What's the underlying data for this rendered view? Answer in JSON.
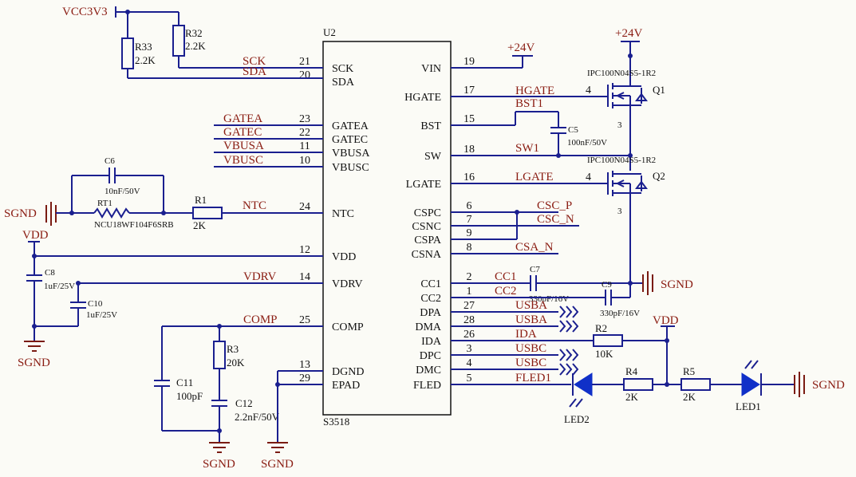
{
  "chip": {
    "ref": "U2",
    "part": "S3518",
    "left_pins": [
      {
        "name": "SCK",
        "num": "21"
      },
      {
        "name": "SDA",
        "num": "20"
      },
      {
        "name": "GATEA",
        "num": "23"
      },
      {
        "name": "GATEC",
        "num": "22"
      },
      {
        "name": "VBUSA",
        "num": "11"
      },
      {
        "name": "VBUSC",
        "num": "10"
      },
      {
        "name": "NTC",
        "num": "24"
      },
      {
        "name": "VDD",
        "num": "12"
      },
      {
        "name": "VDRV",
        "num": "14"
      },
      {
        "name": "COMP",
        "num": "25"
      },
      {
        "name": "DGND",
        "num": "13"
      },
      {
        "name": "EPAD",
        "num": "29"
      }
    ],
    "right_pins": [
      {
        "name": "VIN",
        "num": "19"
      },
      {
        "name": "HGATE",
        "num": "17"
      },
      {
        "name": "BST",
        "num": "15"
      },
      {
        "name": "SW",
        "num": "18"
      },
      {
        "name": "LGATE",
        "num": "16"
      },
      {
        "name": "CSPC",
        "num": "6"
      },
      {
        "name": "CSNC",
        "num": "7"
      },
      {
        "name": "CSPA",
        "num": "9"
      },
      {
        "name": "CSNA",
        "num": "8"
      },
      {
        "name": "CC1",
        "num": "2"
      },
      {
        "name": "CC2",
        "num": "1"
      },
      {
        "name": "DPA",
        "num": "27"
      },
      {
        "name": "DMA",
        "num": "28"
      },
      {
        "name": "IDA",
        "num": "26"
      },
      {
        "name": "DPC",
        "num": "3"
      },
      {
        "name": "DMC",
        "num": "4"
      },
      {
        "name": "FLED",
        "num": "5"
      }
    ]
  },
  "nets": {
    "vcc3v3": "VCC3V3",
    "sck": "SCK",
    "sda": "SDA",
    "gatea": "GATEA",
    "gatec": "GATEC",
    "vbusa": "VBUSA",
    "vbusc": "VBUSC",
    "ntc": "NTC",
    "vdrv": "VDRV",
    "comp": "COMP",
    "hgate": "HGATE",
    "bst1": "BST1",
    "sw1": "SW1",
    "lgate": "LGATE",
    "csc_p": "CSC_P",
    "csc_n": "CSC_N",
    "csa_n": "CSA_N",
    "cc1": "CC1",
    "cc2": "CC2",
    "usba1": "USBA",
    "usba2": "USBA",
    "ida": "IDA",
    "usbc1": "USBC",
    "usbc2": "USBC",
    "fled1": "FLED1"
  },
  "power": {
    "p24v_a": "+24V",
    "p24v_b": "+24V",
    "vdd_left": "VDD",
    "vdd_right": "VDD",
    "sgnd_ntc": "SGND",
    "sgnd_c8": "SGND",
    "sgnd_c11": "SGND",
    "sgnd_epad": "SGND",
    "sgnd_cc": "SGND",
    "sgnd_led": "SGND"
  },
  "components": {
    "r33": {
      "ref": "R33",
      "value": "2.2K"
    },
    "r32": {
      "ref": "R32",
      "value": "2.2K"
    },
    "c6": {
      "ref": "C6",
      "value": "10nF/50V"
    },
    "rt1": {
      "ref": "RT1",
      "value": "NCU18WF104F6SRB"
    },
    "r1": {
      "ref": "R1",
      "value": "2K"
    },
    "c8": {
      "ref": "C8",
      "value": "1uF/25V"
    },
    "c10": {
      "ref": "C10",
      "value": "1uF/25V"
    },
    "r3": {
      "ref": "R3",
      "value": "20K"
    },
    "c11": {
      "ref": "C11",
      "value": "100pF"
    },
    "c12": {
      "ref": "C12",
      "value": "2.2nF/50V"
    },
    "q1": {
      "ref": "Q1",
      "part": "IPC100N04S5-1R2",
      "pin_gate": "4",
      "pin_src": "3"
    },
    "q2": {
      "ref": "Q2",
      "part": "IPC100N04S5-1R2",
      "pin_gate": "4",
      "pin_src": "3"
    },
    "c5": {
      "ref": "C5",
      "value": "100nF/50V"
    },
    "c7": {
      "ref": "C7",
      "value": "330pF/16V"
    },
    "c9": {
      "ref": "C9",
      "value": "330pF/16V"
    },
    "r2": {
      "ref": "R2",
      "value": "10K"
    },
    "r4": {
      "ref": "R4",
      "value": "2K"
    },
    "r5": {
      "ref": "R5",
      "value": "2K"
    },
    "led2": {
      "ref": "LED2"
    },
    "led1": {
      "ref": "LED1"
    }
  },
  "colors": {
    "wire": "#1a1f8f",
    "net_label": "#8a1c12",
    "ground": "#7a1b12",
    "led": "#1030c8",
    "led_ray": "#d02a1a",
    "background": "#fbfbf6"
  }
}
